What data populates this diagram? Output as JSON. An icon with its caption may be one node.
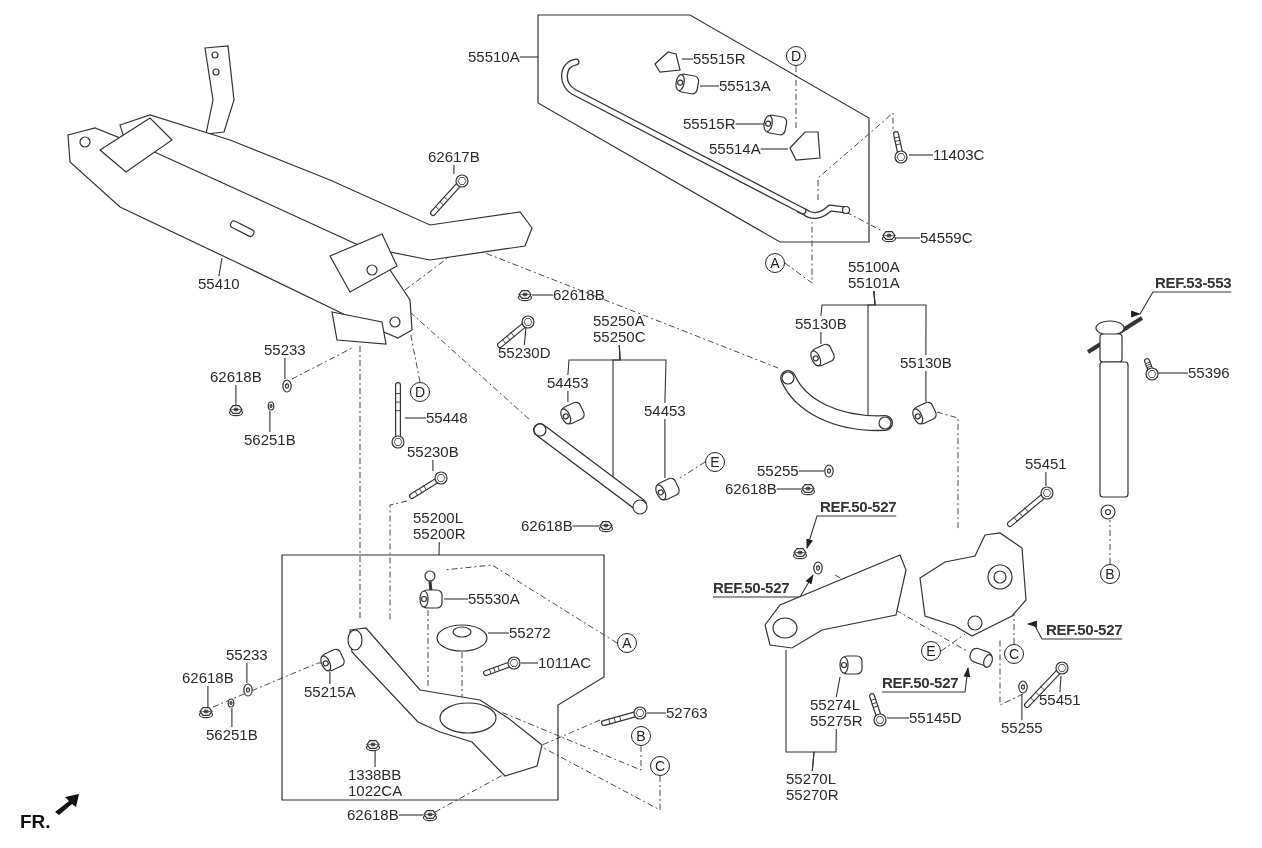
{
  "diagram": {
    "nodes": [
      {
        "text": [
          "55510A"
        ]
      },
      {
        "text": [],
        "shape": "box"
      },
      {
        "text": [
          "55515R"
        ],
        "in": 1
      },
      {
        "text": [
          "55513A"
        ],
        "in": 1
      },
      {
        "text": [
          "55515R"
        ],
        "in": 1
      },
      {
        "text": [
          "55514A"
        ],
        "in": 1
      },
      {
        "text": [
          "D"
        ]
      },
      {
        "text": [
          "11403C"
        ]
      },
      {
        "text": [
          "54559C"
        ]
      },
      {
        "text": [
          "A"
        ]
      },
      {
        "text": [
          "62617B"
        ]
      },
      {
        "text": [
          "55410"
        ]
      },
      {
        "text": [
          "62618B"
        ]
      },
      {
        "text": [
          "55230D"
        ]
      },
      {
        "text": [
          "55233"
        ]
      },
      {
        "text": [
          "62618B"
        ]
      },
      {
        "text": [
          "56251B"
        ]
      },
      {
        "text": [
          "D"
        ]
      },
      {
        "text": [
          "55448"
        ]
      },
      {
        "text": [
          "55230B"
        ]
      },
      {
        "text": [
          "55250A",
          "55250C"
        ]
      },
      {
        "text": [
          "54453"
        ]
      },
      {
        "text": [
          "54453"
        ]
      },
      {
        "text": [
          "E"
        ]
      },
      {
        "text": [
          "62618B"
        ]
      },
      {
        "text": [
          "55100A",
          "55101A"
        ]
      },
      {
        "text": [
          "55130B"
        ]
      },
      {
        "text": [
          "55130B"
        ]
      },
      {
        "text": [
          "REF.53-553"
        ]
      },
      {
        "text": [
          "55396"
        ]
      },
      {
        "text": [
          "55255"
        ]
      },
      {
        "text": [
          "62618B"
        ]
      },
      {
        "text": [
          "55451"
        ]
      },
      {
        "text": [
          "B"
        ]
      },
      {
        "text": [
          "REF.50-527"
        ]
      },
      {
        "text": [
          "55200L",
          "55200R"
        ]
      },
      {
        "text": [],
        "shape": "box"
      },
      {
        "text": [
          "55530A"
        ],
        "in": 36
      },
      {
        "text": [
          "55272"
        ],
        "in": 36
      },
      {
        "text": [
          "1011AC"
        ],
        "in": 36
      },
      {
        "text": [
          "55215A"
        ],
        "in": 36
      },
      {
        "text": [
          "1338BB",
          "1022CA"
        ],
        "in": 36
      },
      {
        "text": [
          "A"
        ]
      },
      {
        "text": [
          "55233"
        ]
      },
      {
        "text": [
          "62618B"
        ]
      },
      {
        "text": [
          "56251B"
        ]
      },
      {
        "text": [
          "52763"
        ]
      },
      {
        "text": [
          "B"
        ]
      },
      {
        "text": [
          "C"
        ]
      },
      {
        "text": [
          "62618B"
        ]
      },
      {
        "text": [
          "REF.50-527"
        ]
      },
      {
        "text": [
          "REF.50-527"
        ]
      },
      {
        "text": [
          "E"
        ]
      },
      {
        "text": [
          "C"
        ]
      },
      {
        "text": [
          "REF.50-527"
        ]
      },
      {
        "text": [
          "55274L",
          "55275R"
        ]
      },
      {
        "text": [
          "55145D"
        ]
      },
      {
        "text": [
          "55255"
        ]
      },
      {
        "text": [
          "55451"
        ]
      },
      {
        "text": [
          "55270L",
          "55270R"
        ]
      },
      {
        "text": [],
        "shape": "picture"
      },
      {
        "text": [],
        "shape": "picture",
        "in": 1
      },
      {
        "text": [],
        "shape": "picture",
        "in": 1
      },
      {
        "text": [],
        "shape": "picture",
        "in": 1
      },
      {
        "text": [],
        "shape": "picture",
        "in": 1
      },
      {
        "text": [],
        "shape": "picture",
        "in": 1
      },
      {
        "text": [],
        "shape": "picture"
      },
      {
        "text": [],
        "shape": "picture"
      },
      {
        "text": [],
        "shape": "picture"
      },
      {
        "text": [],
        "shape": "picture"
      },
      {
        "text": [],
        "shape": "picture"
      },
      {
        "text": [],
        "shape": "picture"
      },
      {
        "text": [],
        "shape": "picture"
      },
      {
        "text": [],
        "shape": "picture"
      },
      {
        "text": [],
        "shape": "picture"
      },
      {
        "text": [],
        "shape": "picture"
      },
      {
        "text": [],
        "shape": "picture"
      },
      {
        "text": [],
        "shape": "picture"
      },
      {
        "text": [],
        "shape": "picture"
      },
      {
        "text": [],
        "shape": "picture"
      },
      {
        "text": [],
        "shape": "picture"
      },
      {
        "text": [],
        "shape": "picture"
      },
      {
        "text": [],
        "shape": "picture"
      },
      {
        "text": [],
        "shape": "picture"
      },
      {
        "text": [],
        "shape": "picture"
      },
      {
        "text": [],
        "shape": "picture"
      },
      {
        "text": [],
        "shape": "picture"
      },
      {
        "text": [],
        "shape": "picture"
      },
      {
        "text": [],
        "shape": "picture"
      },
      {
        "text": [],
        "shape": "picture"
      },
      {
        "text": [],
        "shape": "picture"
      },
      {
        "text": [],
        "shape": "picture"
      },
      {
        "text": [],
        "shape": "picture"
      },
      {
        "text": [],
        "shape": "picture"
      },
      {
        "text": [],
        "shape": "picture"
      },
      {
        "text": [],
        "shape": "picture"
      },
      {
        "text": [],
        "shape": "picture"
      },
      {
        "text": [],
        "shape": "picture",
        "in": 36
      },
      {
        "text": [],
        "shape": "picture",
        "in": 36
      },
      {
        "text": [],
        "shape": "picture",
        "in": 36
      },
      {
        "text": [],
        "shape": "picture",
        "in": 36
      },
      {
        "text": [],
        "shape": "picture",
        "in": 36
      },
      {
        "text": [],
        "shape": "picture",
        "in": 36
      },
      {
        "text": [],
        "shape": "picture"
      },
      {
        "text": [],
        "shape": "picture"
      },
      {
        "text": [],
        "shape": "picture"
      },
      {
        "text": [],
        "shape": "picture"
      },
      {
        "text": [],
        "shape": "picture"
      }
    ],
    "edges": [
      {
        "from": 0,
        "to": 1,
        "arrow": "none"
      },
      {
        "from": 2,
        "to": 62,
        "arrow": "none"
      },
      {
        "from": 3,
        "to": 63,
        "arrow": "none"
      },
      {
        "from": 4,
        "to": 64,
        "arrow": "none"
      },
      {
        "from": 5,
        "to": 65,
        "arrow": "none"
      },
      {
        "from": 6,
        "to": 65,
        "arrow": "none",
        "style": "dashed"
      },
      {
        "from": 7,
        "to": 66,
        "arrow": "none"
      },
      {
        "from": 8,
        "to": 67,
        "arrow": "none"
      },
      {
        "from": 9,
        "to": 61,
        "arrow": "none",
        "style": "dashed"
      },
      {
        "from": 10,
        "to": 68,
        "arrow": "none"
      },
      {
        "from": 11,
        "to": 60,
        "arrow": "none"
      },
      {
        "from": 12,
        "to": 69,
        "arrow": "none"
      },
      {
        "from": 13,
        "to": 70,
        "arrow": "none"
      },
      {
        "from": 14,
        "to": 71,
        "arrow": "none"
      },
      {
        "from": 15,
        "to": 73,
        "arrow": "none"
      },
      {
        "from": 16,
        "to": 72,
        "arrow": "none"
      },
      {
        "from": 17,
        "to": 60,
        "arrow": "none",
        "style": "dashed"
      },
      {
        "from": 18,
        "to": 74,
        "arrow": "none"
      },
      {
        "from": 19,
        "to": 75,
        "arrow": "none"
      },
      {
        "from": 20,
        "to": 21,
        "arrow": "none"
      },
      {
        "from": 20,
        "to": 76,
        "arrow": "none"
      },
      {
        "from": 20,
        "to": 22,
        "arrow": "none"
      },
      {
        "from": 21,
        "to": 77,
        "arrow": "none"
      },
      {
        "from": 22,
        "to": 78,
        "arrow": "none"
      },
      {
        "from": 23,
        "to": 78,
        "arrow": "none",
        "style": "dashed"
      },
      {
        "from": 24,
        "to": 79,
        "arrow": "none"
      },
      {
        "from": 25,
        "to": 26,
        "arrow": "none"
      },
      {
        "from": 25,
        "to": 80,
        "arrow": "none"
      },
      {
        "from": 25,
        "to": 27,
        "arrow": "none"
      },
      {
        "from": 26,
        "to": 81,
        "arrow": "none"
      },
      {
        "from": 27,
        "to": 82,
        "arrow": "none"
      },
      {
        "from": 28,
        "to": 85,
        "arrow": "to"
      },
      {
        "from": 29,
        "to": 86,
        "arrow": "none"
      },
      {
        "from": 30,
        "to": 83,
        "arrow": "none"
      },
      {
        "from": 31,
        "to": 84,
        "arrow": "none"
      },
      {
        "from": 32,
        "to": 87,
        "arrow": "none"
      },
      {
        "from": 33,
        "to": 85,
        "arrow": "none",
        "style": "dashed"
      },
      {
        "from": 34,
        "to": 95,
        "arrow": "to"
      },
      {
        "from": 35,
        "to": 36,
        "arrow": "none"
      },
      {
        "from": 37,
        "to": 99,
        "arrow": "none"
      },
      {
        "from": 38,
        "to": 98,
        "arrow": "none"
      },
      {
        "from": 39,
        "to": 102,
        "arrow": "none"
      },
      {
        "from": 40,
        "to": 100,
        "arrow": "none"
      },
      {
        "from": 41,
        "to": 101,
        "arrow": "none"
      },
      {
        "from": 42,
        "to": 99,
        "arrow": "none",
        "style": "dashed"
      },
      {
        "from": 43,
        "to": 104,
        "arrow": "none"
      },
      {
        "from": 44,
        "to": 106,
        "arrow": "none"
      },
      {
        "from": 45,
        "to": 105,
        "arrow": "none"
      },
      {
        "from": 46,
        "to": 103,
        "arrow": "none"
      },
      {
        "from": 47,
        "to": 97,
        "arrow": "none",
        "style": "dashed"
      },
      {
        "from": 48,
        "to": 97,
        "arrow": "none",
        "style": "dashed"
      },
      {
        "from": 49,
        "to": 107,
        "arrow": "none"
      },
      {
        "from": 50,
        "to": 96,
        "arrow": "to"
      },
      {
        "from": 51,
        "to": 88,
        "arrow": "to"
      },
      {
        "from": 52,
        "to": 88,
        "arrow": "none",
        "style": "dashed"
      },
      {
        "from": 53,
        "to": 88,
        "arrow": "none",
        "style": "dashed"
      },
      {
        "from": 54,
        "to": 89,
        "arrow": "to"
      },
      {
        "from": 55,
        "to": 93,
        "arrow": "none"
      },
      {
        "from": 56,
        "to": 94,
        "arrow": "none"
      },
      {
        "from": 57,
        "to": 90,
        "arrow": "none"
      },
      {
        "from": 58,
        "to": 91,
        "arrow": "none"
      },
      {
        "from": 59,
        "to": 92,
        "arrow": "none"
      },
      {
        "from": 59,
        "to": 55,
        "arrow": "none"
      },
      {
        "from": 61,
        "to": 66,
        "arrow": "none",
        "style": "dashed"
      },
      {
        "from": 61,
        "to": 67,
        "arrow": "none",
        "style": "dashed"
      },
      {
        "from": 60,
        "to": 80,
        "arrow": "none",
        "style": "dashed"
      },
      {
        "from": 60,
        "to": 76,
        "arrow": "none",
        "style": "dashed"
      },
      {
        "from": 60,
        "to": 97,
        "arrow": "none",
        "style": "dashed"
      },
      {
        "from": 75,
        "to": 97,
        "arrow": "none",
        "style": "dashed"
      },
      {
        "from": 71,
        "to": 60,
        "arrow": "none",
        "style": "dashed"
      },
      {
        "from": 106,
        "to": 100,
        "arrow": "none",
        "style": "dashed"
      },
      {
        "from": 98,
        "to": 97,
        "arrow": "none",
        "style": "dashed"
      },
      {
        "from": 99,
        "to": 97,
        "arrow": "none",
        "style": "dashed"
      },
      {
        "from": 103,
        "to": 97,
        "arrow": "none",
        "style": "dashed"
      },
      {
        "from": 107,
        "to": 97,
        "arrow": "none",
        "style": "dashed"
      },
      {
        "from": 92,
        "to": 89,
        "arrow": "none",
        "style": "dashed"
      },
      {
        "from": 90,
        "to": 88,
        "arrow": "none",
        "style": "dashed"
      },
      {
        "from": 82,
        "to": 88,
        "arrow": "none",
        "style": "dashed"
      }
    ],
    "labels": [
      "FR."
    ]
  }
}
